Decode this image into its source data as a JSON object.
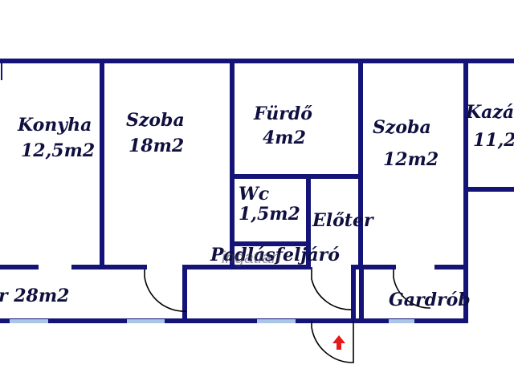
{
  "plan": {
    "colors": {
      "wall": "#141478",
      "window": "#a9c6e8",
      "door_swing": "#000000",
      "arrow": "#e41a1a",
      "background": "#ffffff"
    },
    "rooms": [
      {
        "key": "konyha",
        "name": "Konyha",
        "area": "12,5m2"
      },
      {
        "key": "szoba1",
        "name": "Szoba",
        "area": "18m2"
      },
      {
        "key": "furdo",
        "name": "Fürdő",
        "area": "4m2"
      },
      {
        "key": "wc",
        "name": "Wc",
        "area": "1,5m2"
      },
      {
        "key": "eloter",
        "name": "Előter"
      },
      {
        "key": "szoba2",
        "name": "Szoba",
        "area": "12m2"
      },
      {
        "key": "kazan",
        "name": "Kazá",
        "area": "11,2:"
      },
      {
        "key": "hall",
        "area": "r 28m2"
      },
      {
        "key": "gardrob",
        "name": "Gardrób"
      }
    ],
    "padlas_label": "Padlásfeljáró",
    "watermark": "ingatlan",
    "entrance_icon": "red-up-arrow-icon"
  }
}
